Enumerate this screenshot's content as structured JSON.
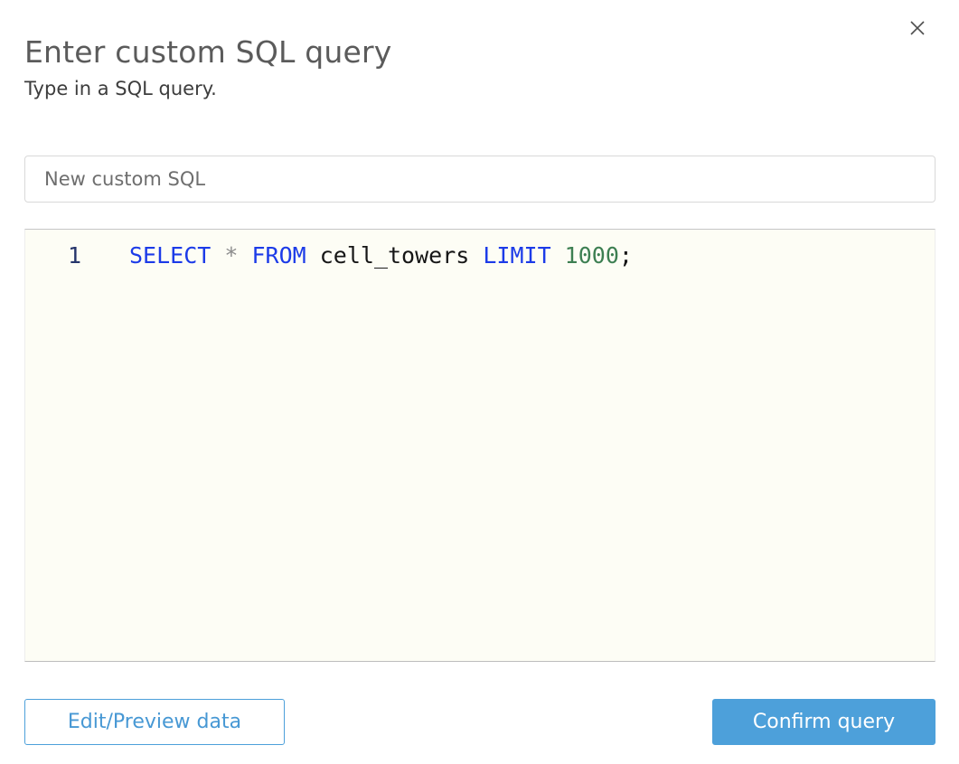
{
  "dialog": {
    "title": "Enter custom SQL query",
    "subtitle": "Type in a SQL query."
  },
  "name_input": {
    "value": "New custom SQL"
  },
  "editor": {
    "line_number": "1",
    "code_text": "SELECT * FROM cell_towers LIMIT 1000;",
    "code_tokens": [
      {
        "type": "keyword",
        "text": "SELECT "
      },
      {
        "type": "operator",
        "text": "* "
      },
      {
        "type": "keyword",
        "text": "FROM "
      },
      {
        "type": "identifier",
        "text": "cell_towers "
      },
      {
        "type": "keyword",
        "text": "LIMIT "
      },
      {
        "type": "number",
        "text": "1000"
      },
      {
        "type": "punct",
        "text": ";"
      }
    ]
  },
  "buttons": {
    "edit_preview_label": "Edit/Preview data",
    "confirm_label": "Confirm query"
  },
  "colors": {
    "accent_blue": "#4da0da",
    "keyword_blue": "#1c3be8",
    "number_green": "#3d7f52",
    "title_gray": "#5b5b5b",
    "editor_background": "#fdfdf5"
  }
}
